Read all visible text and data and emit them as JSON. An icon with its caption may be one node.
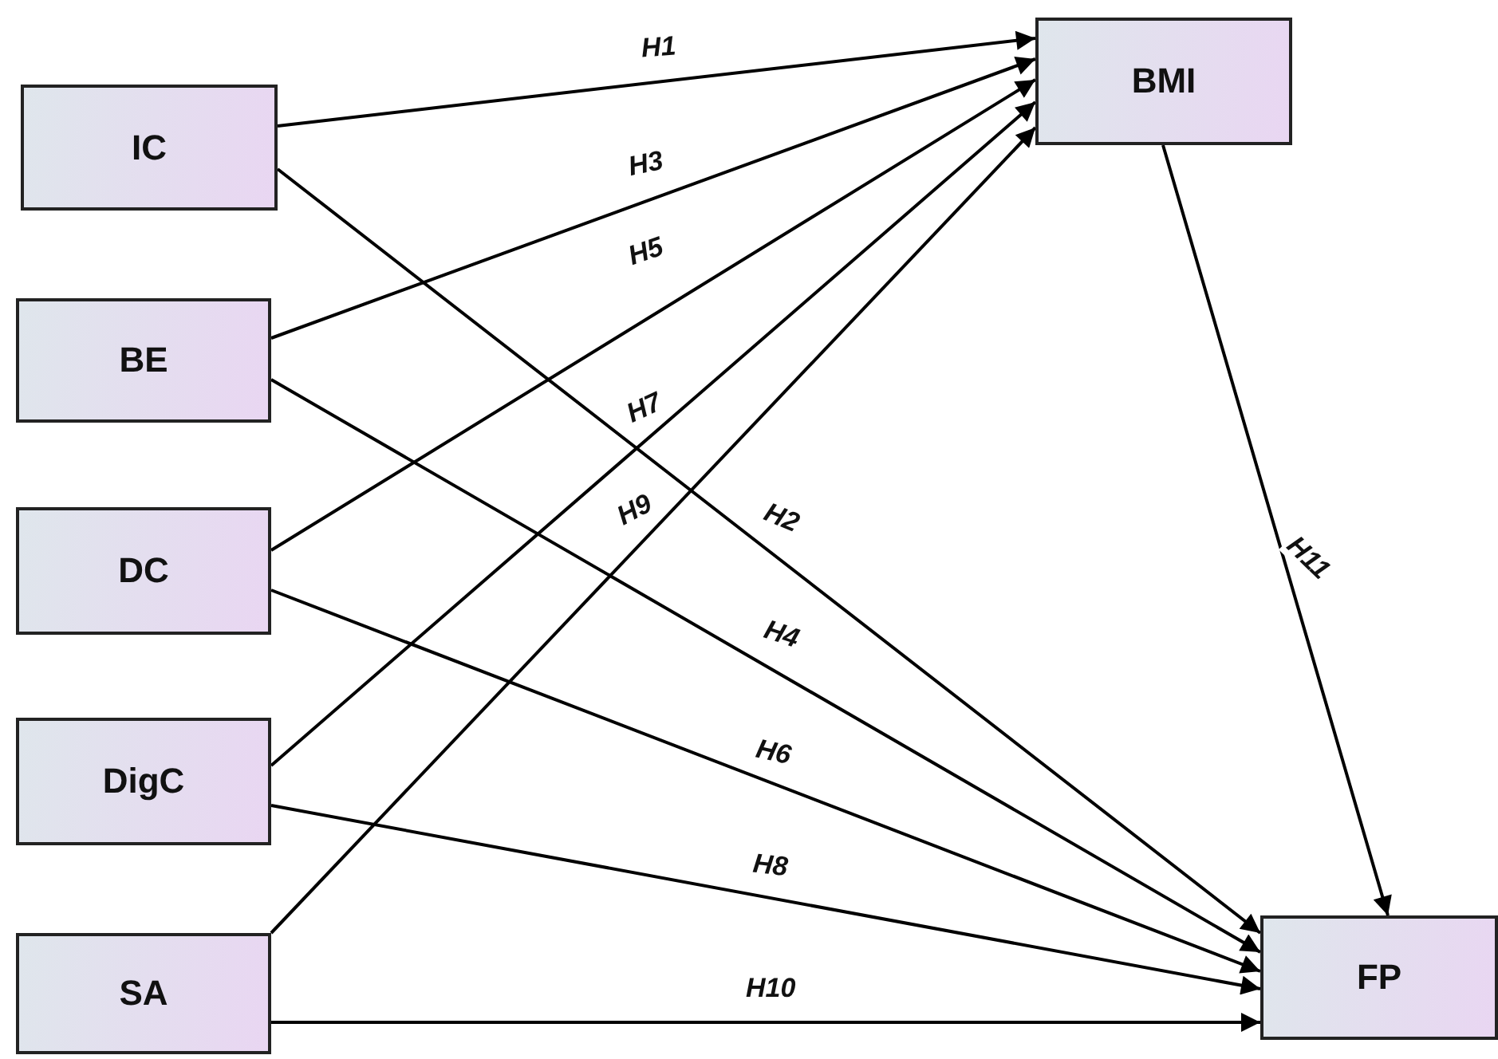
{
  "diagram": {
    "nodes": [
      {
        "text": [
          "IC"
        ]
      },
      {
        "text": [
          "BE"
        ]
      },
      {
        "text": [
          "DC"
        ]
      },
      {
        "text": [
          "DigC"
        ]
      },
      {
        "text": [
          "SA"
        ]
      },
      {
        "text": [
          "BMI"
        ]
      },
      {
        "text": [
          "FP"
        ]
      }
    ],
    "edges": [
      {
        "from": 0,
        "to": 5,
        "arrow": "to",
        "label": "H1"
      },
      {
        "from": 0,
        "to": 6,
        "arrow": "to",
        "label": "H2"
      },
      {
        "from": 1,
        "to": 5,
        "arrow": "to",
        "label": "H3"
      },
      {
        "from": 1,
        "to": 6,
        "arrow": "to",
        "label": "H4"
      },
      {
        "from": 2,
        "to": 5,
        "arrow": "to",
        "label": "H5"
      },
      {
        "from": 2,
        "to": 6,
        "arrow": "to",
        "label": "H6"
      },
      {
        "from": 3,
        "to": 5,
        "arrow": "to",
        "label": "H7"
      },
      {
        "from": 3,
        "to": 6,
        "arrow": "to",
        "label": "H8"
      },
      {
        "from": 4,
        "to": 5,
        "arrow": "to",
        "label": "H9"
      },
      {
        "from": 4,
        "to": 6,
        "arrow": "to",
        "label": "H10"
      },
      {
        "from": 5,
        "to": 6,
        "arrow": "to",
        "label": "H11"
      }
    ]
  }
}
